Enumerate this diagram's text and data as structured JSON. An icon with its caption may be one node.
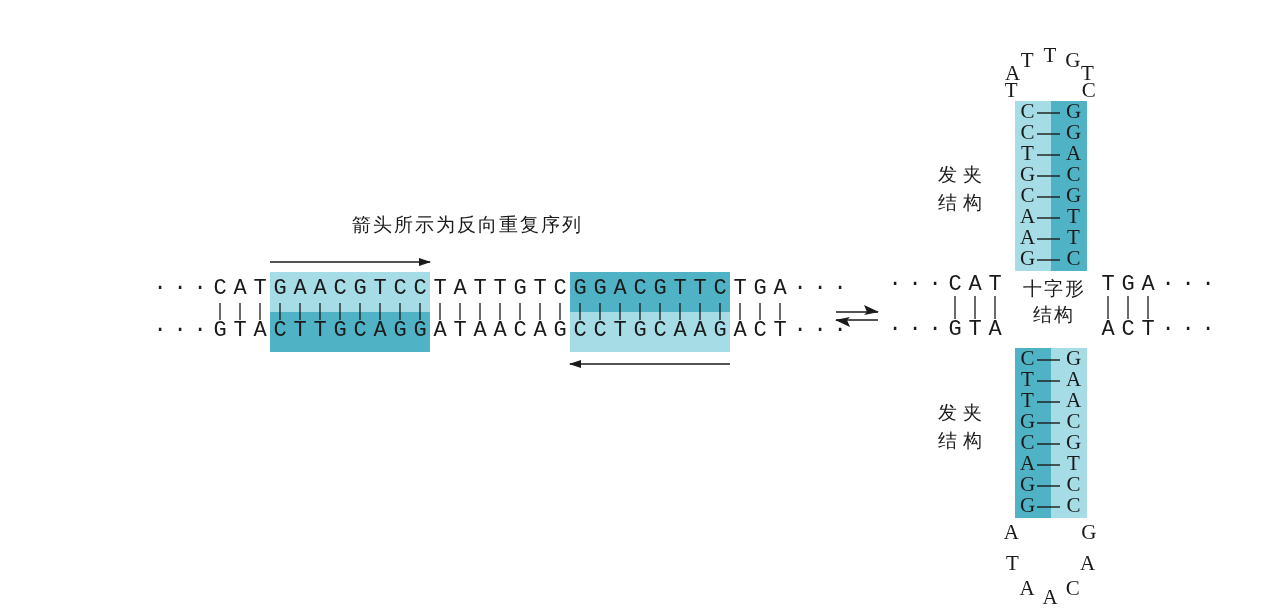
{
  "diagram": {
    "nodes": [
      {
        "text": [
          "···CAT",
          "GAACGTCC",
          "TATTGTC",
          "GGACGTTC",
          "TGA···",
          "···GTA",
          "CTTGCAGG",
          "ATAACAG",
          "CCTGCAAG",
          "ACT···"
        ]
      },
      {
        "text": [
          "···CAT",
          "十字形结构",
          "TGA···",
          "···GTA",
          "ACT···"
        ]
      },
      {
        "text": [
          "T",
          "A",
          "T",
          "T",
          "G",
          "T",
          "C",
          "CCTGCAAG",
          "GGACGTTC"
        ],
        "in": 1,
        "beside": [
          "发夹结构"
        ]
      },
      {
        "text": [
          "CTTGCAGG",
          "GAACGTCC",
          "A",
          "T",
          "A",
          "A",
          "C",
          "A",
          "G"
        ],
        "in": 1,
        "beside": [
          "发夹结构"
        ]
      }
    ],
    "edges": [
      {
        "from": 0,
        "to": 1,
        "arrow": "to"
      },
      {
        "from": 1,
        "to": 0,
        "arrow": "to"
      }
    ],
    "labels": [
      "箭头所示为反向重复序列"
    ]
  }
}
